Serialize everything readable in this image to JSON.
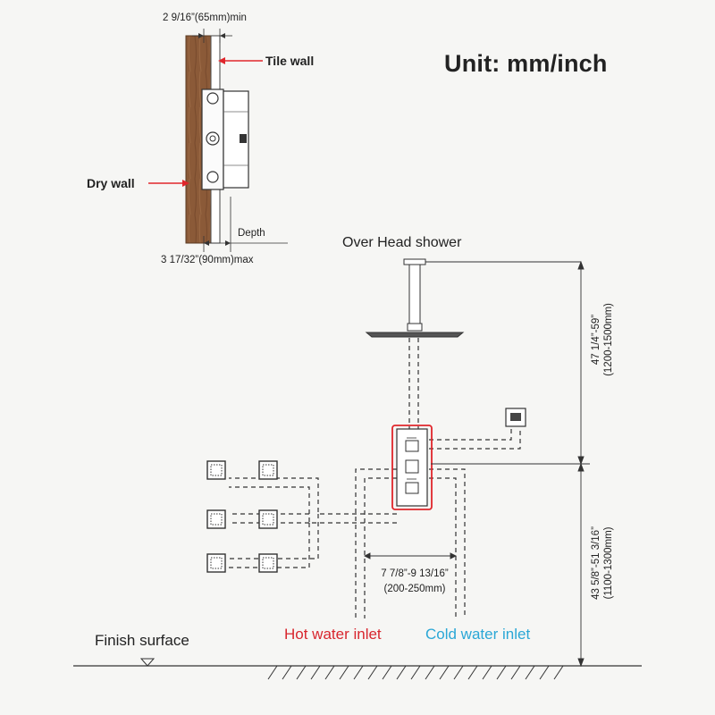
{
  "unit_title": "Unit: mm/inch",
  "wall_section": {
    "top_dim": "2 9/16”(65mm)min",
    "tile_wall": "Tile wall",
    "dry_wall": "Dry wall",
    "depth": "Depth",
    "bottom_dim": "3 17/32”(90mm)max"
  },
  "overhead_label": "Over Head shower",
  "right_dims": {
    "upper": "47 1/4”-59”",
    "upper_mm": "(1200-1500mm)",
    "lower": "43 5/8”-51 3/16”",
    "lower_mm": "(1100-1300mm)"
  },
  "inlet_spacing": {
    "inch": "7 7/8”-9 13/16”",
    "mm": "(200-250mm)"
  },
  "hot_inlet": "Hot water inlet",
  "cold_inlet": "Cold water inlet",
  "finish_surface": "Finish surface",
  "colors": {
    "hot": "#d8262e",
    "cold": "#2aa7d6",
    "accent_red": "#e0262b",
    "wood": "#8a5a3a",
    "line": "#333333"
  }
}
